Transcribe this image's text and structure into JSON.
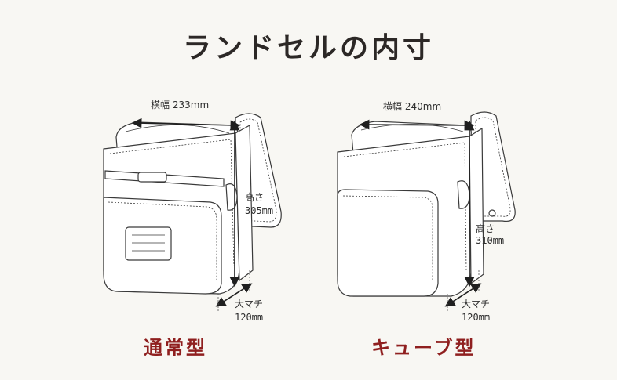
{
  "title": "ランドセルの内寸",
  "accent_color": "#8f1f1f",
  "bags": [
    {
      "type": "通常型",
      "width_label": "横幅",
      "width_value": "233mm",
      "height_label": "高さ",
      "height_value": "305mm",
      "depth_label": "大マチ",
      "depth_value": "120mm"
    },
    {
      "type": "キューブ型",
      "width_label": "横幅",
      "width_value": "240mm",
      "height_label": "高さ",
      "height_value": "310mm",
      "depth_label": "大マチ",
      "depth_value": "120mm"
    }
  ]
}
